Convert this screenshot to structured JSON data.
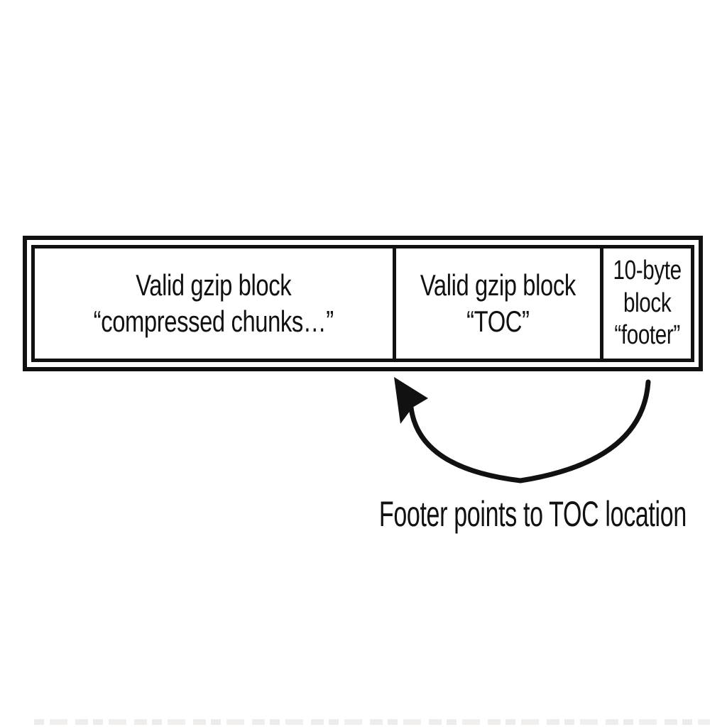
{
  "diagram": {
    "colors": {
      "ink": "#111111",
      "background": "#ffffff"
    },
    "blocks": [
      {
        "id": "compressed-chunks",
        "lines": [
          "Valid gzip block",
          "“compressed chunks…”"
        ]
      },
      {
        "id": "toc",
        "lines": [
          "Valid gzip block",
          "“TOC”"
        ]
      },
      {
        "id": "footer",
        "lines": [
          "10-byte",
          "block",
          "“footer”"
        ]
      }
    ],
    "arrow": {
      "meaning": "footer-to-toc-pointer",
      "label": "Footer points to TOC location"
    }
  }
}
